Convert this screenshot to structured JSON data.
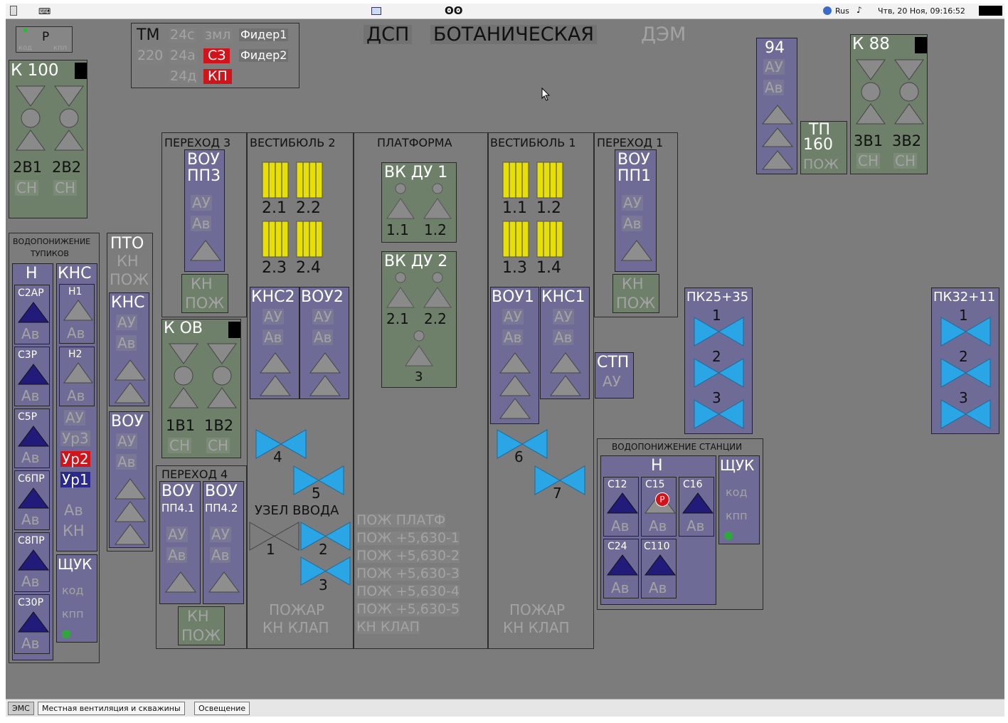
{
  "topbar": {
    "lang": "Rus",
    "datetime": "Чтв, 20 Ноя, 09:16:52"
  },
  "taskbar": {
    "tabs": [
      "ЭМС",
      "Местная вентиляция и скважины",
      "Освещение"
    ]
  },
  "header": {
    "dsp": "ДСП",
    "station": "БОТАНИЧЕСКАЯ",
    "dem": "ДЭМ"
  },
  "op": {
    "label": "P",
    "kod": "код",
    "kpp": "кпп"
  },
  "tm": {
    "tm": "ТМ",
    "v24c": "24с",
    "zml": "змл",
    "feeder1": "Фидер1",
    "v220": "220",
    "v24a": "24а",
    "sz": "СЗ",
    "feeder2": "Фидер2",
    "v24d": "24д",
    "kp": "КП"
  },
  "k100": {
    "title": "К 100",
    "a": "2В1",
    "b": "2В2",
    "sn": "СН"
  },
  "k88": {
    "title": "К 88",
    "a": "3В1",
    "b": "3В2",
    "sn": "СН"
  },
  "kov": {
    "title": "К ОВ",
    "a": "1В1",
    "b": "1В2",
    "sn": "СН"
  },
  "n94": {
    "title": "94",
    "au": "АУ",
    "av": "Ав"
  },
  "tp": {
    "t1": "ТП",
    "t2": "160",
    "poj": "ПОЖ"
  },
  "sections": {
    "p3": "ПЕРЕХОД 3",
    "v2": "ВЕСТИБЮЛЬ 2",
    "pl": "ПЛАТФОРМА",
    "v1": "ВЕСТИБЮЛЬ 1",
    "p1": "ПЕРЕХОД 1",
    "p4": "ПЕРЕХОД 4"
  },
  "vou3": {
    "t1": "ВОУ",
    "t2": "ПП3",
    "au": "АУ",
    "av": "Ав",
    "kn": "КН",
    "poj": "ПОЖ"
  },
  "vou1p": {
    "t1": "ВОУ",
    "t2": "ПП1",
    "au": "АУ",
    "av": "Ав",
    "kn": "КН",
    "poj": "ПОЖ"
  },
  "esc": {
    "e21": "2.1",
    "e22": "2.2",
    "e23": "2.3",
    "e24": "2.4",
    "e11": "1.1",
    "e12": "1.2",
    "e13": "1.3",
    "e14": "1.4"
  },
  "vk1": {
    "title": "ВК ДУ 1",
    "a": "1.1",
    "b": "1.2"
  },
  "vk2": {
    "title": "ВК ДУ 2",
    "a": "2.1",
    "b": "2.2",
    "c": "3"
  },
  "kns2": {
    "title": "КНС2",
    "au": "АУ",
    "av": "Ав"
  },
  "vou2": {
    "title": "ВОУ2",
    "au": "АУ",
    "av": "Ав"
  },
  "vou1": {
    "title": "ВОУ1",
    "au": "АУ",
    "av": "Ав"
  },
  "kns1": {
    "title": "КНС1",
    "au": "АУ",
    "av": "Ав"
  },
  "stp": {
    "title": "СТП",
    "au": "АУ"
  },
  "valves": {
    "v4": "4",
    "v5": "5",
    "v6": "6",
    "v7": "7",
    "v1": "1",
    "v2": "2",
    "v3": "3",
    "uzel": "УЗЕЛ ВВОДА"
  },
  "fire": {
    "pozh": "ПОЖАР",
    "kn": "КН КЛАП"
  },
  "plat": {
    "l1": "ПОЖ ПЛАТФ",
    "l2": "ПОЖ +5,630-1",
    "l3": "ПОЖ +5,630-2",
    "l4": "ПОЖ +5,630-3",
    "l5": "ПОЖ +5,630-4",
    "l6": "ПОЖ +5,630-5",
    "l7": "КН КЛАП"
  },
  "vodt": {
    "title1": "ВОДОПОНИЖЕНИЕ",
    "title2": "ТУПИКОВ",
    "n": "Н",
    "kns": "КНС",
    "s": [
      "С2АР",
      "С3Р",
      "С5Р",
      "С6ПР",
      "С8ПР",
      "С30Р"
    ],
    "av": "Ав",
    "h1": "Н1",
    "h2": "Н2",
    "au": "АУ",
    "ur3": "Ур3",
    "ur2": "Ур2",
    "ur1": "Ур1",
    "kn": "КН",
    "shuk": "ЩУК",
    "kod": "код",
    "kpp": "кпп"
  },
  "pto": {
    "t": "ПТО",
    "kn": "КН",
    "poj": "ПОЖ",
    "kns": "КНС",
    "au": "АУ",
    "av": "Ав",
    "vou": "ВОУ"
  },
  "p4": {
    "v1": "ВОУ",
    "v1s": "ПП4.1",
    "v2": "ВОУ",
    "v2s": "ПП4.2",
    "au": "АУ",
    "av": "Ав",
    "kn": "КН",
    "poj": "ПОЖ"
  },
  "pk25": {
    "title": "ПК25+35",
    "a": "1",
    "b": "2",
    "c": "3"
  },
  "pk32": {
    "title": "ПК32+11",
    "a": "1",
    "b": "2",
    "c": "3"
  },
  "vods": {
    "title": "ВОДОПОНИЖЕНИЕ СТАНЦИИ",
    "n": "Н",
    "s12": "С12",
    "s15": "С15",
    "s16": "С16",
    "s24": "С24",
    "s110": "С110",
    "r": "Р",
    "av": "Ав",
    "shuk": "ЩУК",
    "kod": "код",
    "kpp": "кпп"
  }
}
